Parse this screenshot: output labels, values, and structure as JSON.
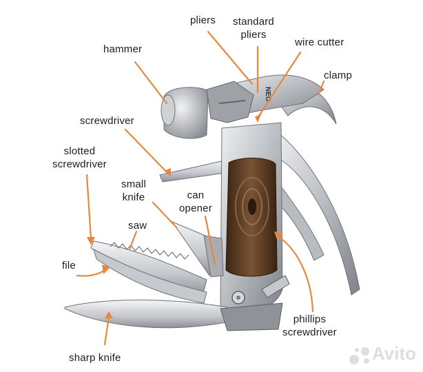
{
  "colors": {
    "leader": "#e8873a",
    "steel": "#c9ccd0",
    "steel_dark": "#8c9096",
    "wood": "#5a3a22",
    "label": "#1c1c1c"
  },
  "labels": {
    "pliers": "pliers",
    "standard_pliers_1": "standard",
    "standard_pliers_2": "pliers",
    "wire_cutter": "wire cutter",
    "hammer": "hammer",
    "clamp": "clamp",
    "screwdriver": "screwdriver",
    "slotted_screwdriver_1": "slotted",
    "slotted_screwdriver_2": "screwdriver",
    "small_knife_1": "small",
    "small_knife_2": "knife",
    "can_opener_1": "can",
    "can_opener_2": "opener",
    "saw": "saw",
    "file": "file",
    "phillips_screwdriver_1": "phillips",
    "phillips_screwdriver_2": "screwdriver",
    "sharp_knife": "sharp knife"
  },
  "brand_mark": "NEO",
  "watermark": "Avito",
  "icons": {
    "watermark_logo": "avito-dots-icon"
  }
}
